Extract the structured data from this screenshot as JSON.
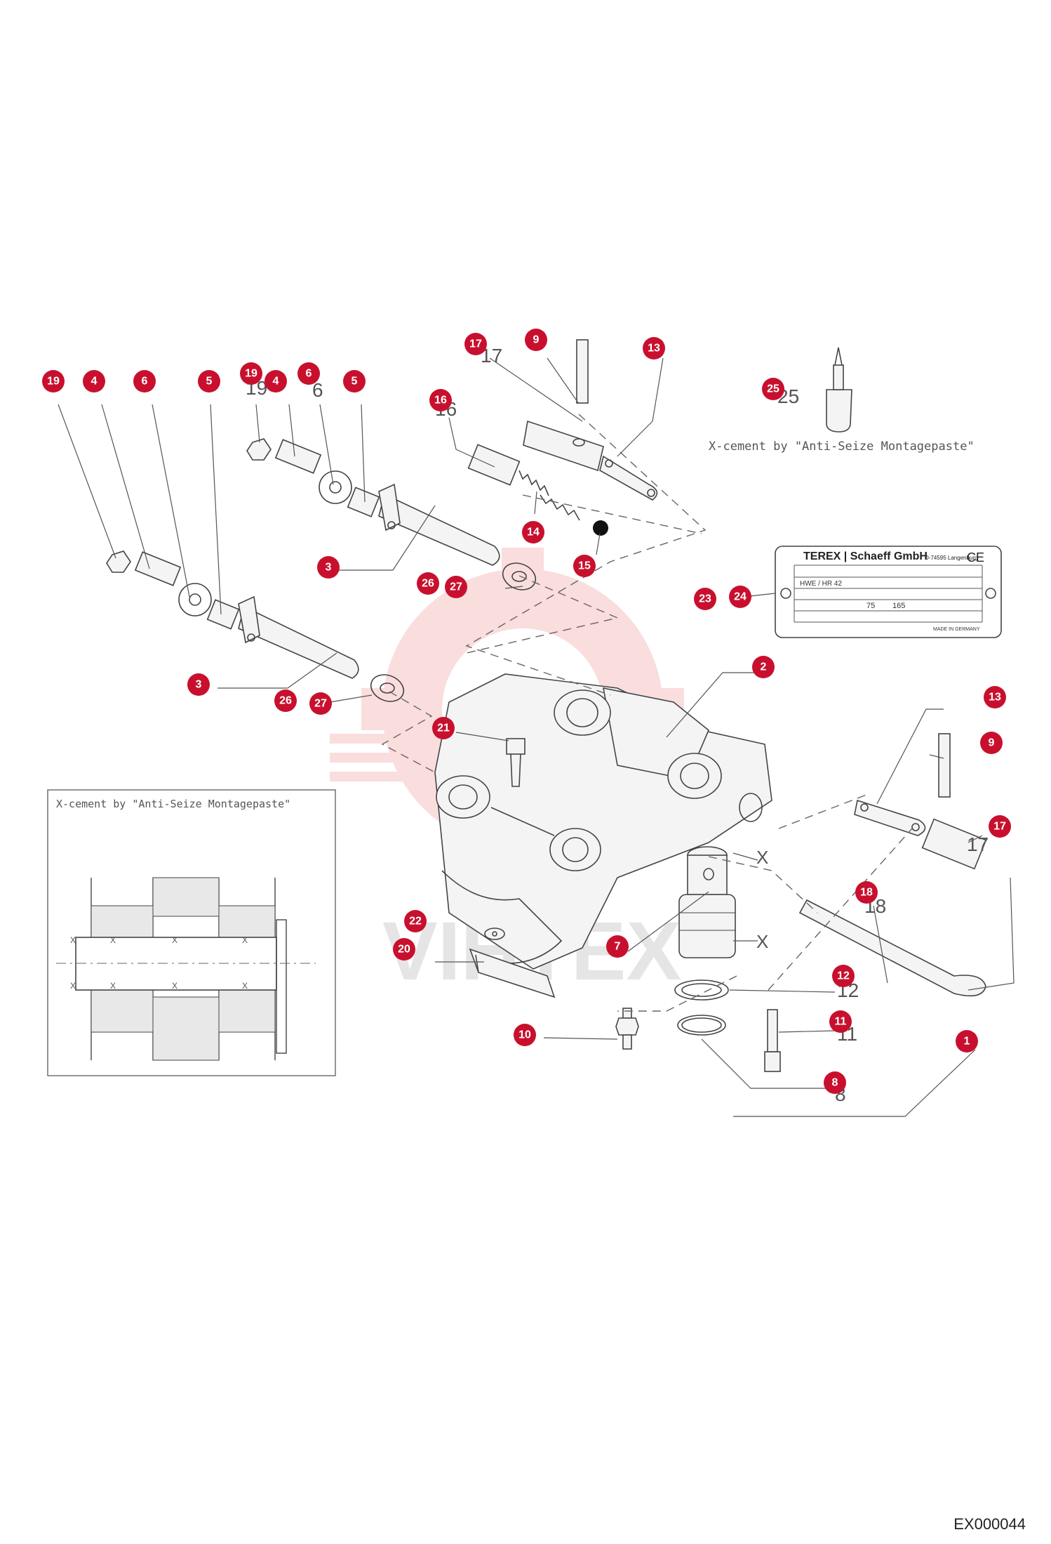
{
  "diagram": {
    "note_top": "X-cement by \"Anti-Seize Montagepaste\"",
    "note_detail": "X-cement by \"Anti-Seize Montagepaste\"",
    "x_marks": [
      "X",
      "X",
      "X",
      "X",
      "X",
      "X",
      "X",
      "X",
      "X",
      "X"
    ],
    "watermark": "VIHTEX",
    "doc_code": "EX000044",
    "colors": {
      "callout": "#c8102e",
      "watermark": "#f2a0a0"
    }
  },
  "nameplate": {
    "brand": "TEREX | Schaeff GmbH",
    "address": "D-74595 Langenburg",
    "mark": "CE",
    "type": "HWE / HR 42",
    "weight": "75",
    "capacity": "165",
    "made_in": "MADE IN GERMANY"
  },
  "callouts": [
    {
      "label": "19"
    },
    {
      "label": "4"
    },
    {
      "label": "6"
    },
    {
      "label": "5"
    },
    {
      "label": "19"
    },
    {
      "label": "4"
    },
    {
      "label": "6"
    },
    {
      "label": "5"
    },
    {
      "label": "17"
    },
    {
      "label": "9"
    },
    {
      "label": "13"
    },
    {
      "label": "25"
    },
    {
      "label": "16"
    },
    {
      "label": "14"
    },
    {
      "label": "15"
    },
    {
      "label": "3"
    },
    {
      "label": "26"
    },
    {
      "label": "27"
    },
    {
      "label": "23"
    },
    {
      "label": "24"
    },
    {
      "label": "2"
    },
    {
      "label": "3"
    },
    {
      "label": "26"
    },
    {
      "label": "27"
    },
    {
      "label": "21"
    },
    {
      "label": "13"
    },
    {
      "label": "9"
    },
    {
      "label": "17"
    },
    {
      "label": "18"
    },
    {
      "label": "22"
    },
    {
      "label": "20"
    },
    {
      "label": "7"
    },
    {
      "label": "12"
    },
    {
      "label": "11"
    },
    {
      "label": "10"
    },
    {
      "label": "1"
    },
    {
      "label": "8"
    }
  ]
}
